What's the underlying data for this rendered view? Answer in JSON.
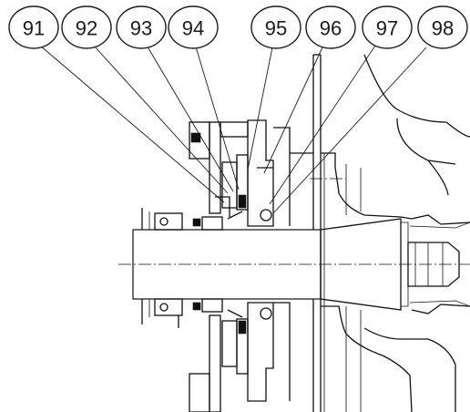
{
  "callouts": [
    {
      "id": "91",
      "label": "91"
    },
    {
      "id": "92",
      "label": "92"
    },
    {
      "id": "93",
      "label": "93"
    },
    {
      "id": "94",
      "label": "94"
    },
    {
      "id": "95",
      "label": "95"
    },
    {
      "id": "96",
      "label": "96"
    },
    {
      "id": "97",
      "label": "97"
    },
    {
      "id": "98",
      "label": "98"
    }
  ],
  "colors": {
    "line": "#111111",
    "background": "#ffffff"
  }
}
